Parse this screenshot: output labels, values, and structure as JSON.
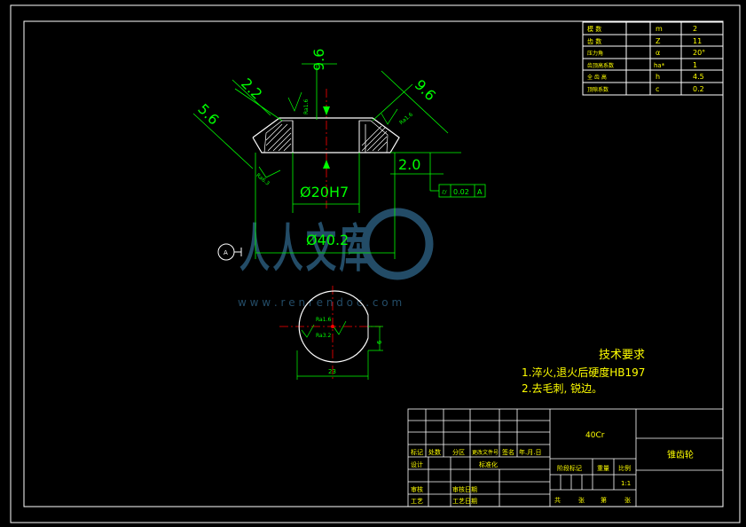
{
  "colors": {
    "background": "#000000",
    "frame": "#ffffff",
    "part": "#ffffff",
    "dimension": "#00ff00",
    "centerline": "#ff0000",
    "text_yellow": "#ffff00",
    "watermark": "#2a5a7a"
  },
  "param_table": {
    "rows": [
      {
        "name": "模 数",
        "symbol": "m",
        "value": "2"
      },
      {
        "name": "齿 数",
        "symbol": "Z",
        "value": "11"
      },
      {
        "name": "压力角",
        "symbol": "α",
        "value": "20°"
      },
      {
        "name": "齿顶高系数",
        "symbol": "ha*",
        "value": "1"
      },
      {
        "name": "全 齿 高",
        "symbol": "h",
        "value": "4.5"
      },
      {
        "name": "顶隙系数",
        "symbol": "c",
        "value": "0.2"
      }
    ]
  },
  "dimensions": {
    "d1": "2.2",
    "d2": "9.6",
    "d3": "5.6",
    "d4": "9.6",
    "d5": "2.0",
    "bore": "Ø20H7",
    "outer": "Ø40.2",
    "tolerance_value": "0.02",
    "tolerance_ref": "A",
    "datum": "A",
    "rough1": "Ra1.6",
    "rough2": "Ra1.6",
    "rough3": "Ra6.3",
    "rough4": "Ra1.6",
    "keyway_width": "23",
    "keyway_depth": "6",
    "rough5": "Ra1.6",
    "rough6": "Ra3.2"
  },
  "tech_requirements": {
    "title": "技术要求",
    "item1": "1.淬火,退火后硬度HB197",
    "item2": "2.去毛刺, 锐边。"
  },
  "watermark": {
    "text": "人人文库",
    "url": "w w w . r e n r e n d o c . c o m"
  },
  "title_block": {
    "material": "40Cr",
    "part_name": "锥齿轮",
    "mark": "标记",
    "count": "处数",
    "zone": "分区",
    "change_doc": "更改文件号",
    "sign": "签名",
    "date": "年.月.日",
    "design": "设计",
    "standardize": "标准化",
    "stage_mark": "阶段标记",
    "weight": "重量",
    "scale": "比例",
    "scale_value": "1:1",
    "review": "审核",
    "process": "工艺",
    "approve_date": "审核日期",
    "process_date": "工艺日期",
    "sheets_total": "共",
    "sheets_unit": "张",
    "sheet_no": "第",
    "sheet_unit": "张"
  }
}
